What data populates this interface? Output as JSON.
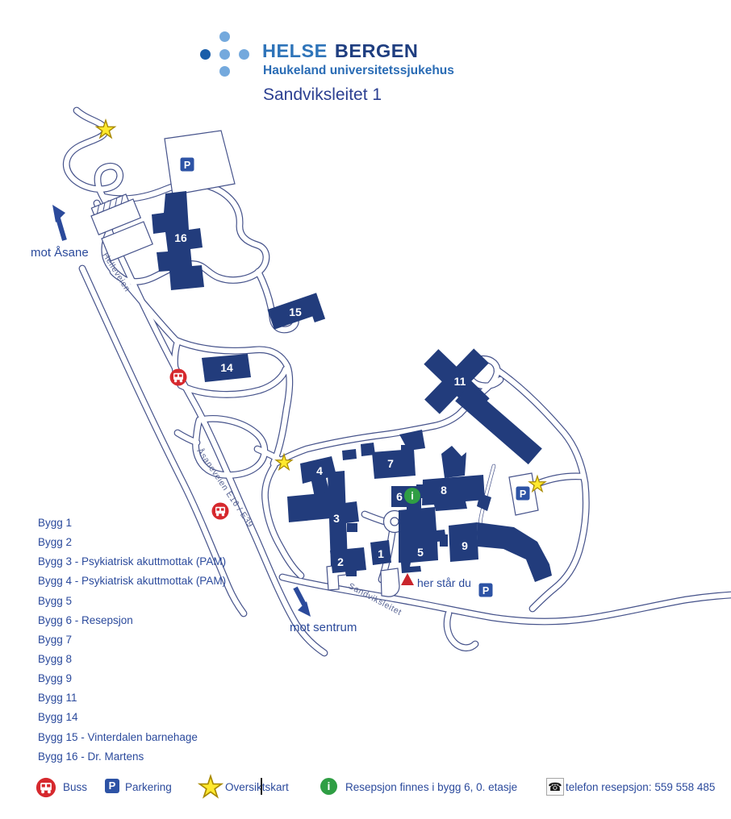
{
  "header": {
    "brand": {
      "part1": "HELSE",
      "part2": "BERGEN"
    },
    "subtitle": "Haukeland universitetssjukehus",
    "title": "Sandviksleitet 1"
  },
  "map": {
    "numbers": {
      "b16": "16",
      "b15": "15",
      "b14": "14",
      "b11": "11",
      "b4": "4",
      "b7": "7",
      "b6": "6",
      "b8": "8",
      "b3": "3",
      "b2": "2",
      "b1": "1",
      "b5": "5",
      "b9": "9"
    },
    "labels": {
      "mot_asane": "mot Åsane",
      "mot_sentrum": "mot sentrum",
      "you_are_here": "her står du",
      "road_helleveien": "Helleveien",
      "road_asaneveien": "Åsaneveien E16 / E39",
      "road_sandviksleitet": "Sandviksleitet"
    },
    "parking_letter": "P",
    "info_letter": "i"
  },
  "building_list": {
    "items": [
      "Bygg 1",
      "Bygg 2",
      "Bygg 3 - Psykiatrisk akuttmottak (PAM)",
      "Bygg 4 - Psykiatrisk akuttmottak (PAM)",
      "Bygg 5",
      "Bygg 6 - Resepsjon",
      "Bygg 7",
      "Bygg 8",
      "Bygg 9",
      "Bygg 11",
      "Bygg 14",
      "Bygg 15 - Vinterdalen barnehage",
      "Bygg 16 - Dr. Martens"
    ]
  },
  "legend": {
    "bus": "Buss",
    "parking": "Parkering",
    "parking_letter": "P",
    "overview": "Oversiktskart",
    "reception": "Resepsjon finnes i bygg 6, 0. etasje",
    "phone": "telefon resepsjon: 559 558 485",
    "phone_icon_glyph": "☎"
  },
  "colors": {
    "building": "#223c7c",
    "road_line": "#46538b",
    "text_blue": "#2b4a9c",
    "brand_light_blue": "#2e74b9",
    "brand_dark_blue": "#1f3e80",
    "star_yellow": "#ffe92e",
    "bus_red": "#d6292e",
    "parking_blue": "#2d53a5",
    "info_green": "#2f9e44",
    "marker_red": "#c9252c"
  }
}
